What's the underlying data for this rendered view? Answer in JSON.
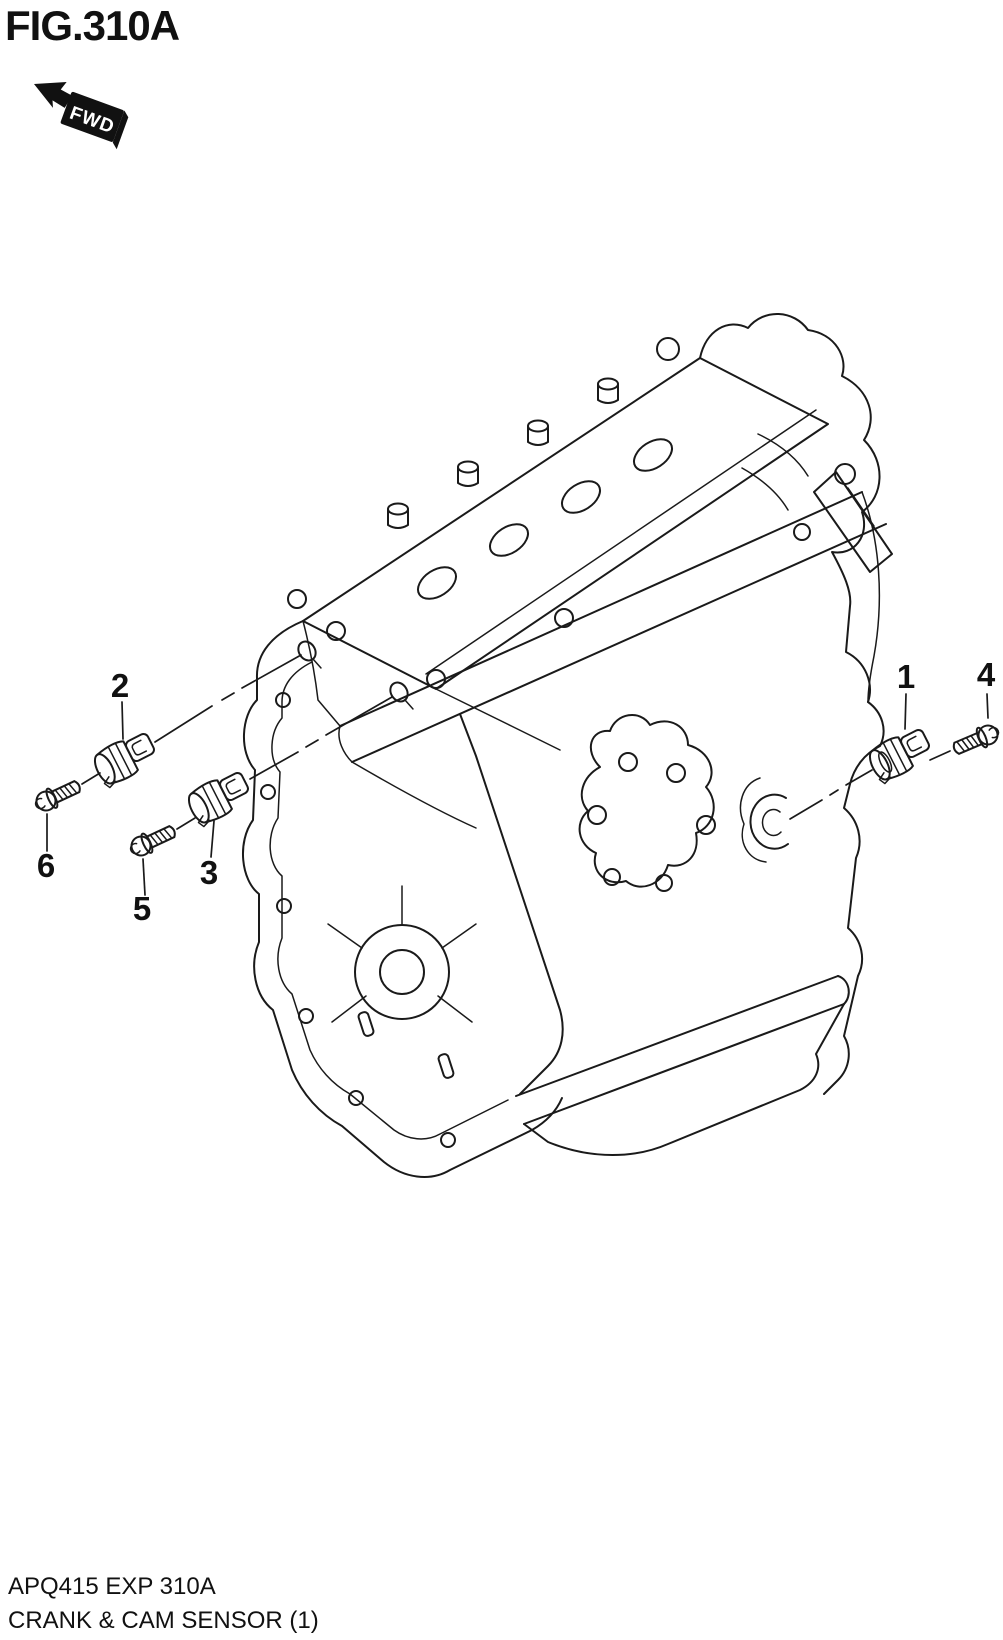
{
  "figure": {
    "title": "FIG.310A",
    "fwd_label": "FWD"
  },
  "callouts": [
    {
      "label": "1",
      "part": "cam-sensor"
    },
    {
      "label": "2",
      "part": "cam-sensor"
    },
    {
      "label": "3",
      "part": "crank-sensor"
    },
    {
      "label": "4",
      "part": "bolt"
    },
    {
      "label": "5",
      "part": "bolt"
    },
    {
      "label": "6",
      "part": "bolt"
    }
  ],
  "footer": {
    "code": "APQ415 EXP 310A",
    "caption": "CRANK & CAM SENSOR (1)"
  },
  "colors": {
    "ink": "#1a1a1a",
    "background": "#ffffff"
  }
}
